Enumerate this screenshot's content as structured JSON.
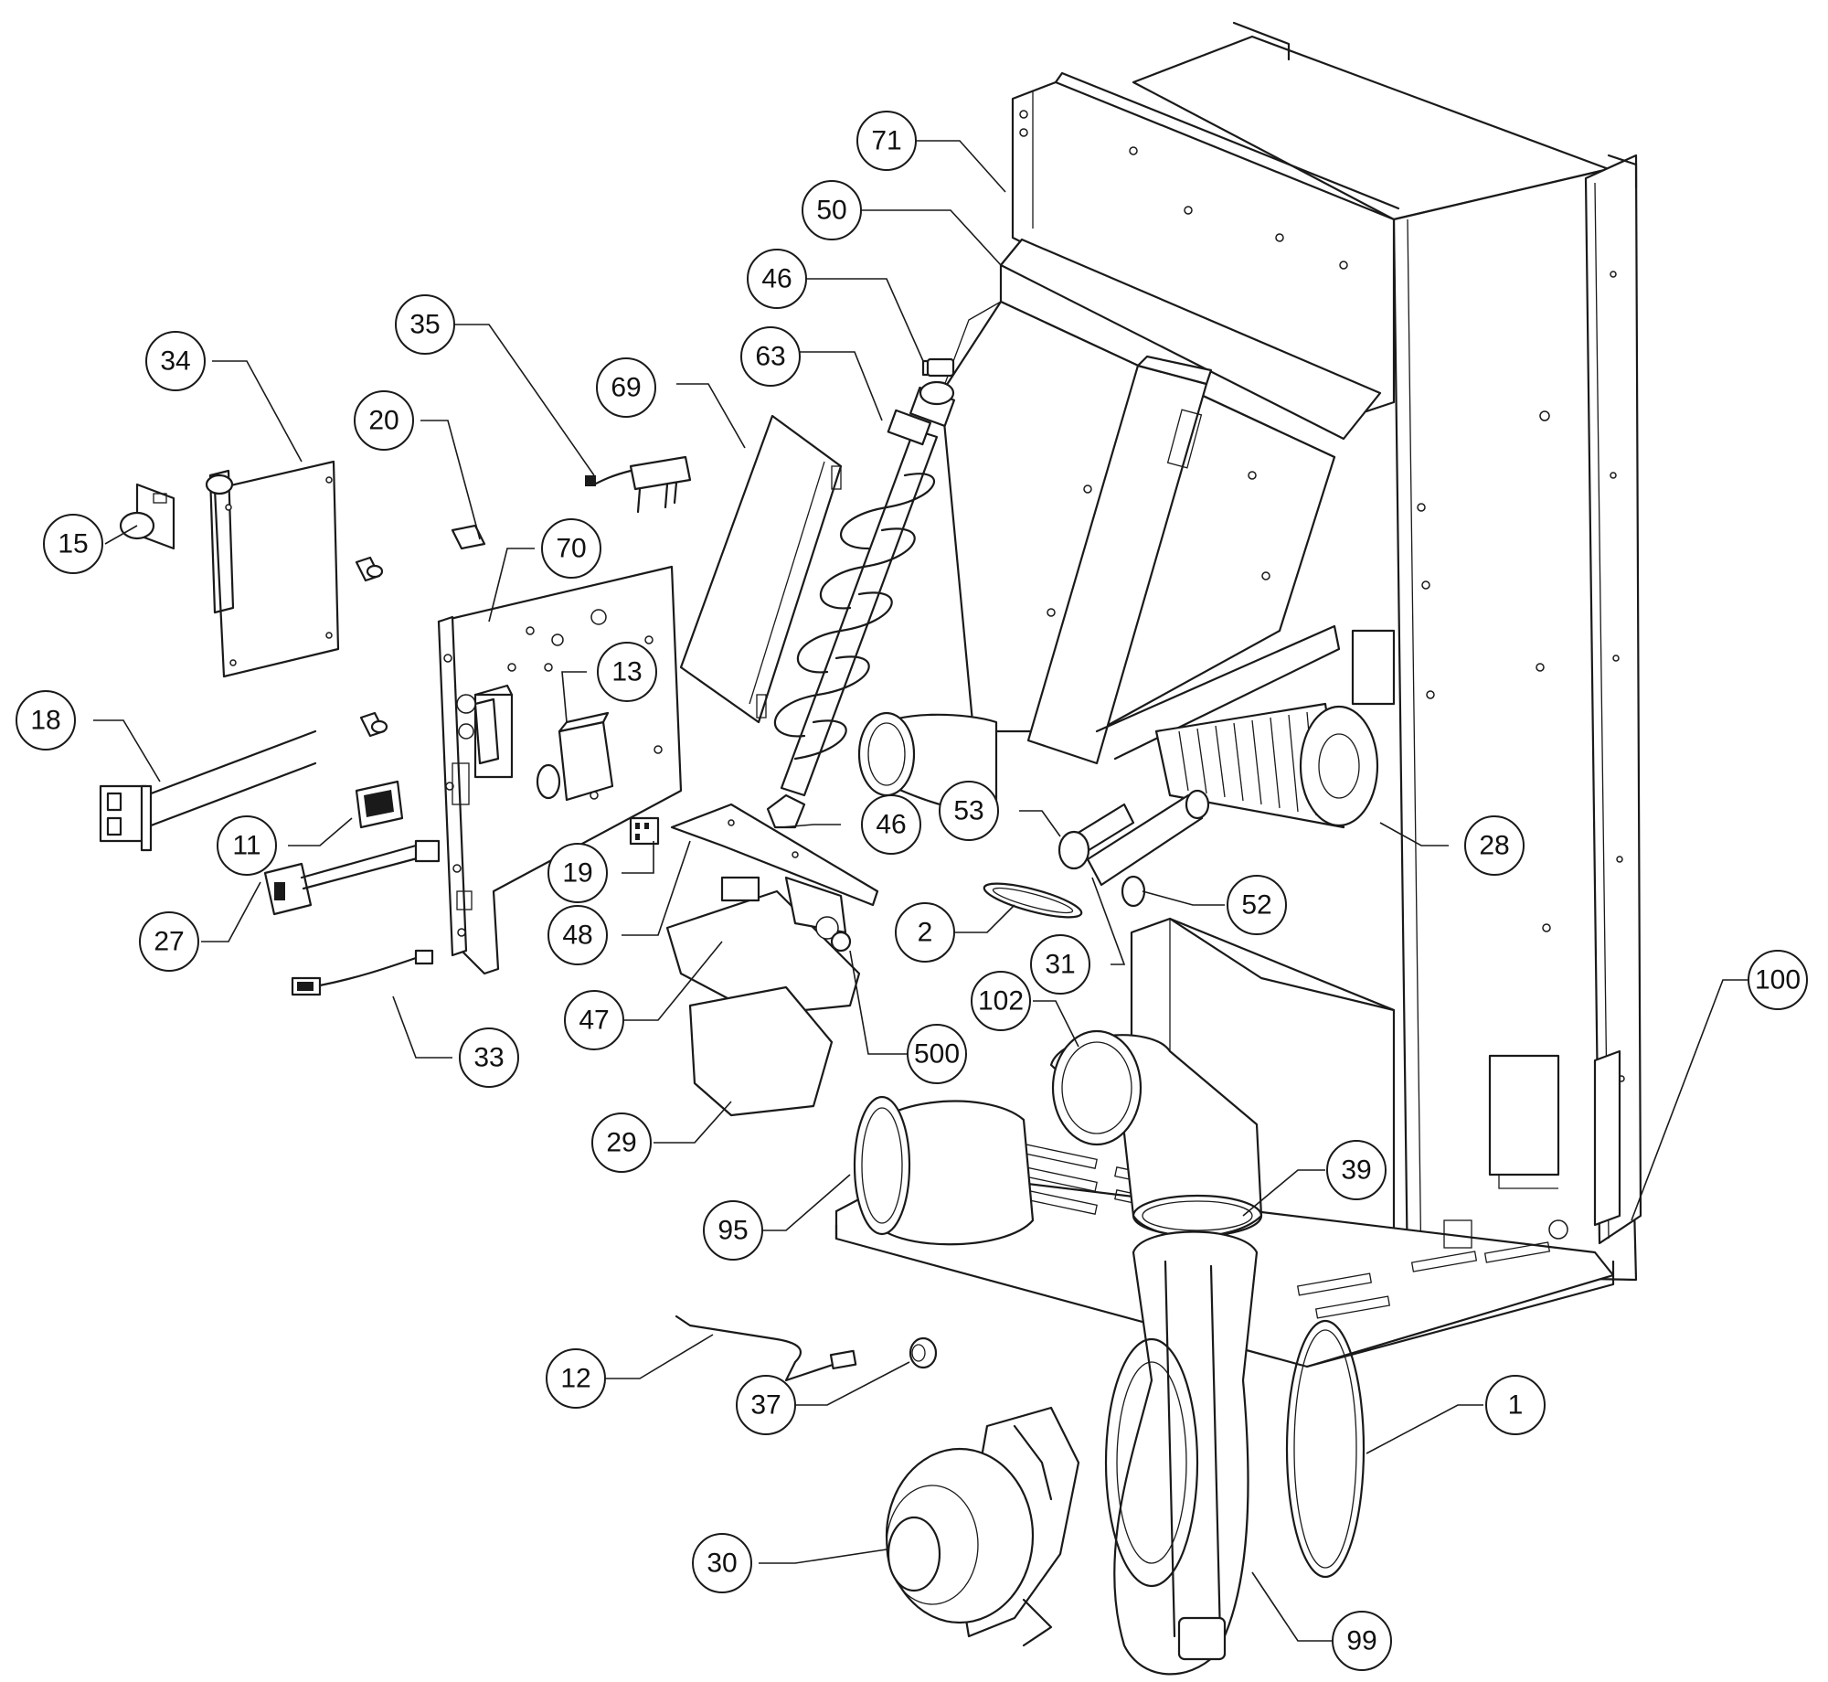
{
  "callouts": [
    {
      "id": "c71",
      "label": "71"
    },
    {
      "id": "c50",
      "label": "50"
    },
    {
      "id": "c46a",
      "label": "46"
    },
    {
      "id": "c63",
      "label": "63"
    },
    {
      "id": "c69",
      "label": "69"
    },
    {
      "id": "c35",
      "label": "35"
    },
    {
      "id": "c34",
      "label": "34"
    },
    {
      "id": "c20",
      "label": "20"
    },
    {
      "id": "c15",
      "label": "15"
    },
    {
      "id": "c70",
      "label": "70"
    },
    {
      "id": "c13",
      "label": "13"
    },
    {
      "id": "c18",
      "label": "18"
    },
    {
      "id": "c11",
      "label": "11"
    },
    {
      "id": "c46b",
      "label": "46"
    },
    {
      "id": "c53",
      "label": "53"
    },
    {
      "id": "c28",
      "label": "28"
    },
    {
      "id": "c19",
      "label": "19"
    },
    {
      "id": "c27",
      "label": "27"
    },
    {
      "id": "c48",
      "label": "48"
    },
    {
      "id": "c2",
      "label": "2"
    },
    {
      "id": "c52",
      "label": "52"
    },
    {
      "id": "c31",
      "label": "31"
    },
    {
      "id": "c102",
      "label": "102"
    },
    {
      "id": "c100",
      "label": "100"
    },
    {
      "id": "c47",
      "label": "47"
    },
    {
      "id": "c500",
      "label": "500"
    },
    {
      "id": "c33",
      "label": "33"
    },
    {
      "id": "c29",
      "label": "29"
    },
    {
      "id": "c39",
      "label": "39"
    },
    {
      "id": "c95",
      "label": "95"
    },
    {
      "id": "c12",
      "label": "12"
    },
    {
      "id": "c37",
      "label": "37"
    },
    {
      "id": "c1",
      "label": "1"
    },
    {
      "id": "c30",
      "label": "30"
    },
    {
      "id": "c99",
      "label": "99"
    }
  ]
}
